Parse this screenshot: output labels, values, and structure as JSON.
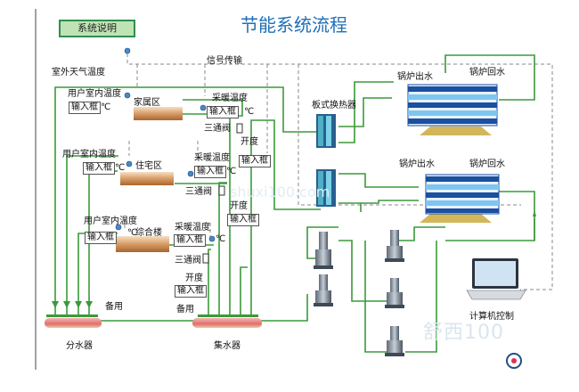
{
  "diagram": {
    "title": "节能系统流程",
    "legend_button": "系统说明",
    "outdoor_temp": "室外天气温度",
    "signal_transmission": "信号传输",
    "zones": [
      {
        "room_temp": "用户室内温度",
        "input": "输入框",
        "unit": "℃",
        "name": "家属区",
        "heating_temp": "采暖温度",
        "heating_input": "输入框",
        "heating_unit": "℃",
        "valve": "三通阀",
        "opening": "开度",
        "opening_input": "输入框"
      },
      {
        "room_temp": "用户室内温度",
        "input": "输入框",
        "unit": "℃",
        "name": "住宅区",
        "heating_temp": "采暖温度",
        "heating_input": "输入框",
        "heating_unit": "℃",
        "valve": "三通阀",
        "opening": "开度",
        "opening_input": "输入框"
      },
      {
        "room_temp": "用户室内温度",
        "input": "输入框",
        "unit": "℃",
        "name": "综合楼",
        "heating_temp": "采暖温度",
        "heating_input": "输入框",
        "heating_unit": "℃",
        "valve": "三通阀",
        "opening": "开度",
        "opening_input": "输入框"
      }
    ],
    "plate_exchanger": "板式换热器",
    "boilers": [
      {
        "outlet": "锅炉出水",
        "return": "锅炉回水"
      },
      {
        "outlet": "锅炉出水",
        "return": "锅炉回水"
      }
    ],
    "spare_left": "备用",
    "spare_right": "备用",
    "distributor": "分水器",
    "collector": "集水器",
    "computer": "计算机控制",
    "watermark": "舒西100",
    "watermark2": "shuxi100.com",
    "colors": {
      "pipe": "#3a9a3a",
      "signal": "#888888",
      "title": "#1f6fb8",
      "heater_top": "#f3d6b5",
      "heater_bottom": "#b9753f",
      "boiler_dark": "#1b4fa0",
      "boiler_light": "#7ec6f0",
      "manifold": "#e8898a"
    }
  }
}
